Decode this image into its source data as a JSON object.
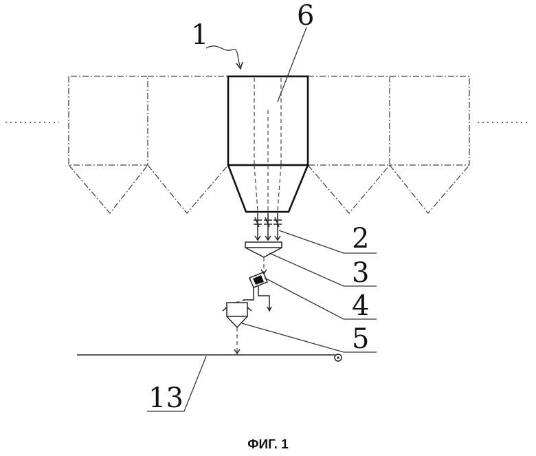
{
  "figure": {
    "caption": "ФИГ. 1",
    "reference_numerals": {
      "hopper_assembly": "1",
      "valves": "2",
      "collector": "3",
      "analyzer": "4",
      "feeder": "5",
      "main_silo": "6",
      "conveyor": "13"
    }
  }
}
